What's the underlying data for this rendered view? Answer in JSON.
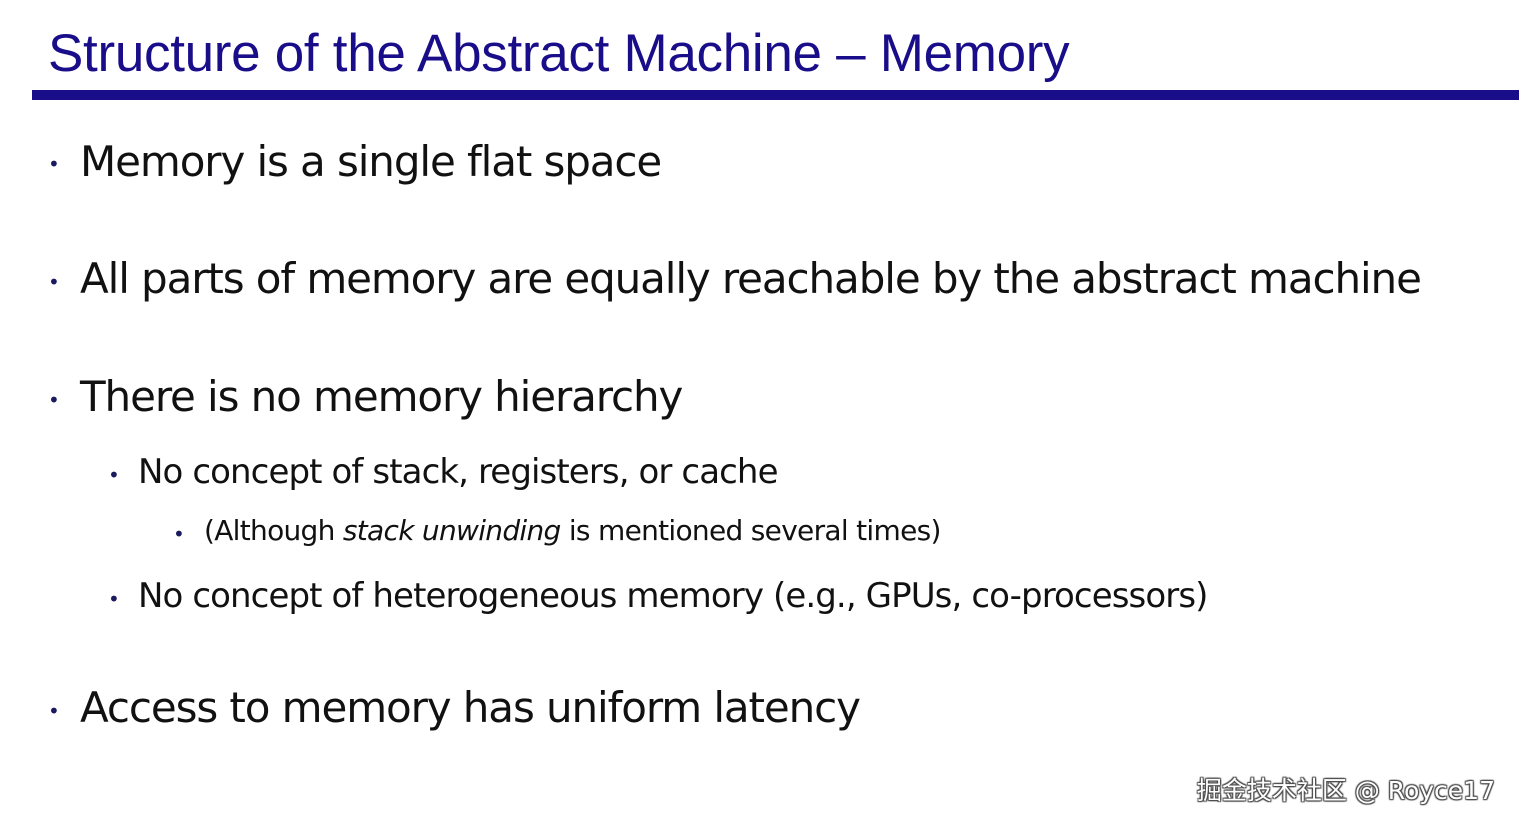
{
  "slide": {
    "title": "Structure of the Abstract Machine – Memory",
    "bullets": [
      {
        "text": "Memory is a single flat space"
      },
      {
        "text": "All parts of memory are equally reachable by the abstract machine"
      },
      {
        "text": "There is no memory hierarchy"
      },
      {
        "text": "No concept of stack, registers, or cache"
      },
      {
        "text_before": "(Although ",
        "text_italic": "stack unwinding",
        "text_after": " is mentioned several times)"
      },
      {
        "text": "No concept of heterogeneous memory (e.g., GPUs, co-processors)"
      },
      {
        "text": "Access to memory has uniform latency"
      }
    ],
    "bullet_glyph": "•",
    "accent_color": "#1a0d8a"
  },
  "watermark": {
    "text": "掘金技术社区 @ Royce17"
  }
}
